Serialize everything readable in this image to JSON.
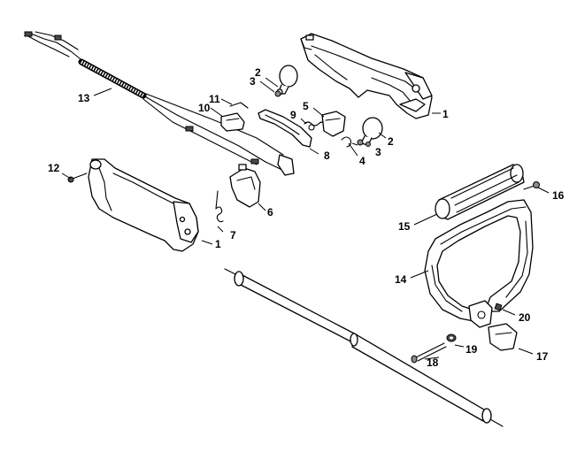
{
  "diagram": {
    "callouts": [
      {
        "id": "c1a",
        "text": "1"
      },
      {
        "id": "c1b",
        "text": "1"
      },
      {
        "id": "c2a",
        "text": "2"
      },
      {
        "id": "c2b",
        "text": "2"
      },
      {
        "id": "c3a",
        "text": "3"
      },
      {
        "id": "c3b",
        "text": "3"
      },
      {
        "id": "c4",
        "text": "4"
      },
      {
        "id": "c5",
        "text": "5"
      },
      {
        "id": "c6",
        "text": "6"
      },
      {
        "id": "c7",
        "text": "7"
      },
      {
        "id": "c8",
        "text": "8"
      },
      {
        "id": "c9",
        "text": "9"
      },
      {
        "id": "c10",
        "text": "10"
      },
      {
        "id": "c11",
        "text": "11"
      },
      {
        "id": "c12",
        "text": "12"
      },
      {
        "id": "c13",
        "text": "13"
      },
      {
        "id": "c14",
        "text": "14"
      },
      {
        "id": "c15",
        "text": "15"
      },
      {
        "id": "c16",
        "text": "16"
      },
      {
        "id": "c17",
        "text": "17"
      },
      {
        "id": "c18",
        "text": "18"
      },
      {
        "id": "c19",
        "text": "19"
      },
      {
        "id": "c20",
        "text": "20"
      }
    ]
  }
}
